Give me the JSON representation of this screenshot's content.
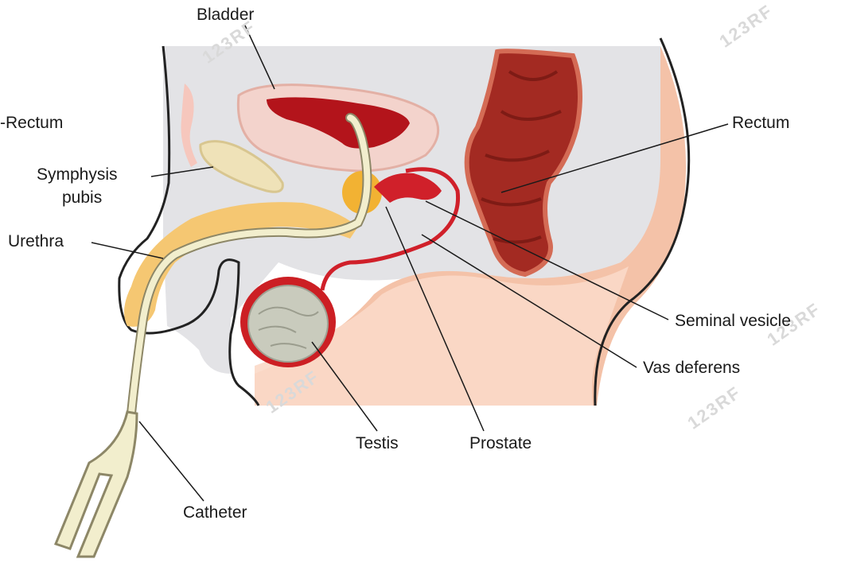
{
  "labels": {
    "bladder": "Bladder",
    "rectum_left": "Rectum",
    "rectum_right": "Rectum",
    "symphysis_line1": "Symphysis",
    "symphysis_line2": "pubis",
    "urethra": "Urethra",
    "seminal_vesicle": "Seminal vesicle",
    "vas_deferens": "Vas deferens",
    "testis": "Testis",
    "prostate": "Prostate",
    "catheter": "Catheter"
  },
  "watermark": "123RF",
  "colors": {
    "background": "#ffffff",
    "cavity": "#e3e3e6",
    "skin": "#f4c2a8",
    "skin_light": "#fbd9c8",
    "rectum": "#a32a22",
    "bladder_wall": "#f3d3cc",
    "bladder_lumen": "#b3141b",
    "prostate": "#f2b233",
    "vessel": "#d0202a",
    "bone": "#efe2b8",
    "urethra": "#f5c772",
    "catheter": "#f2eecd",
    "testis": "#c9cbbd",
    "leader": "#1a1a1a"
  }
}
